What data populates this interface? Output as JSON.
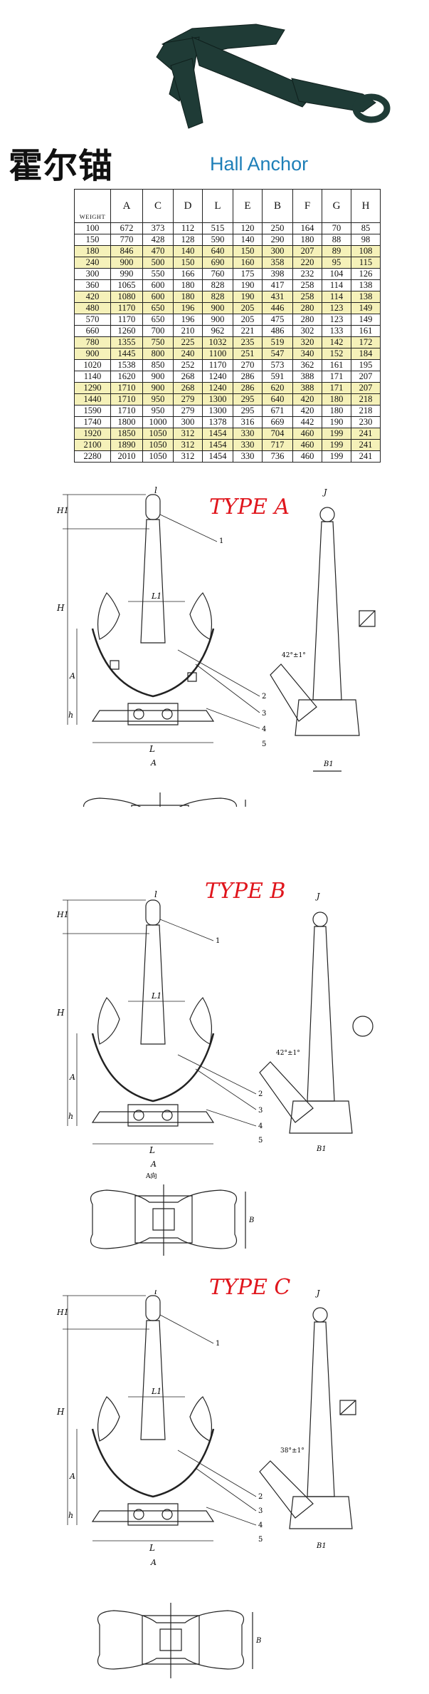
{
  "header": {
    "title_cn": "霍尔锚",
    "title_en": "Hall Anchor"
  },
  "table": {
    "weight_label": "WEIGHT",
    "columns": [
      "A",
      "C",
      "D",
      "L",
      "E",
      "B",
      "F",
      "G",
      "H"
    ],
    "rows": [
      [
        "100",
        "672",
        "373",
        "112",
        "515",
        "120",
        "250",
        "164",
        "70",
        "85"
      ],
      [
        "150",
        "770",
        "428",
        "128",
        "590",
        "140",
        "290",
        "180",
        "88",
        "98"
      ],
      [
        "180",
        "846",
        "470",
        "140",
        "640",
        "150",
        "300",
        "207",
        "89",
        "108"
      ],
      [
        "240",
        "900",
        "500",
        "150",
        "690",
        "160",
        "358",
        "220",
        "95",
        "115"
      ],
      [
        "300",
        "990",
        "550",
        "166",
        "760",
        "175",
        "398",
        "232",
        "104",
        "126"
      ],
      [
        "360",
        "1065",
        "600",
        "180",
        "828",
        "190",
        "417",
        "258",
        "114",
        "138"
      ],
      [
        "420",
        "1080",
        "600",
        "180",
        "828",
        "190",
        "431",
        "258",
        "114",
        "138"
      ],
      [
        "480",
        "1170",
        "650",
        "196",
        "900",
        "205",
        "446",
        "280",
        "123",
        "149"
      ],
      [
        "570",
        "1170",
        "650",
        "196",
        "900",
        "205",
        "475",
        "280",
        "123",
        "149"
      ],
      [
        "660",
        "1260",
        "700",
        "210",
        "962",
        "221",
        "486",
        "302",
        "133",
        "161"
      ],
      [
        "780",
        "1355",
        "750",
        "225",
        "1032",
        "235",
        "519",
        "320",
        "142",
        "172"
      ],
      [
        "900",
        "1445",
        "800",
        "240",
        "1100",
        "251",
        "547",
        "340",
        "152",
        "184"
      ],
      [
        "1020",
        "1538",
        "850",
        "252",
        "1170",
        "270",
        "573",
        "362",
        "161",
        "195"
      ],
      [
        "1140",
        "1620",
        "900",
        "268",
        "1240",
        "286",
        "591",
        "388",
        "171",
        "207"
      ],
      [
        "1290",
        "1710",
        "900",
        "268",
        "1240",
        "286",
        "620",
        "388",
        "171",
        "207"
      ],
      [
        "1440",
        "1710",
        "950",
        "279",
        "1300",
        "295",
        "640",
        "420",
        "180",
        "218"
      ],
      [
        "1590",
        "1710",
        "950",
        "279",
        "1300",
        "295",
        "671",
        "420",
        "180",
        "218"
      ],
      [
        "1740",
        "1800",
        "1000",
        "300",
        "1378",
        "316",
        "669",
        "442",
        "190",
        "230"
      ],
      [
        "1920",
        "1850",
        "1050",
        "312",
        "1454",
        "330",
        "704",
        "460",
        "199",
        "241"
      ],
      [
        "2100",
        "1890",
        "1050",
        "312",
        "1454",
        "330",
        "717",
        "460",
        "199",
        "241"
      ],
      [
        "2280",
        "2010",
        "1050",
        "312",
        "1454",
        "330",
        "736",
        "460",
        "199",
        "241"
      ]
    ],
    "highlight_rows": [
      2,
      3,
      6,
      7,
      10,
      11,
      14,
      15,
      18,
      19
    ],
    "highlight_color": "#f5f1b9"
  },
  "drawings": {
    "type_a": {
      "title": "TYPE A",
      "angle": "42°±1°",
      "a_arrow": "A"
    },
    "type_b": {
      "title": "TYPE B",
      "angle": "42°±1°",
      "a_arrow": "A",
      "view_label": "A向"
    },
    "type_c": {
      "title": "TYPE C",
      "angle": "38°±1°",
      "a_arrow": "A"
    },
    "dim_labels": {
      "l": "l",
      "h1": "H1",
      "h": "H",
      "a": "A",
      "h2": "h",
      "L1": "L1",
      "L": "L",
      "j": "J",
      "b1": "B1",
      "b": "B"
    },
    "callouts": [
      "1",
      "2",
      "3",
      "4",
      "5"
    ],
    "accent_color": "#e0161d"
  }
}
